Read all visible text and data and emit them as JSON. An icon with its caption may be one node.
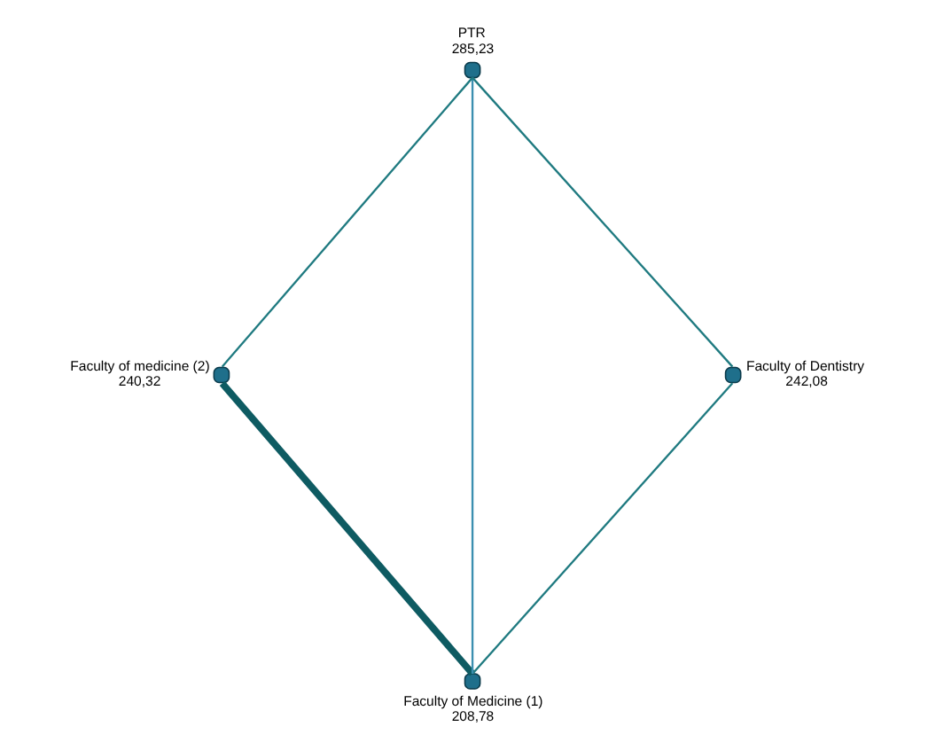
{
  "diagram": {
    "nodes": [
      {
        "text": [],
        "shape": "circle",
        "beside": [
          "Faculty of Medicine (1)",
          "208,78"
        ]
      },
      {
        "text": [],
        "shape": "circle",
        "beside": [
          "Faculty of medicine (2)",
          "240,32"
        ]
      },
      {
        "text": [],
        "shape": "circle",
        "beside": [
          "Faculty of Dentistry",
          "242,08"
        ]
      },
      {
        "text": [],
        "shape": "circle",
        "beside": [
          "PTR",
          "285,23"
        ]
      }
    ],
    "edges": [
      {
        "from": 0,
        "to": 1,
        "arrow": "none",
        "style": "thick",
        "color": "#0e5b62"
      },
      {
        "from": 0,
        "to": 2,
        "arrow": "none"
      },
      {
        "from": 0,
        "to": 3,
        "arrow": "none",
        "color": "#3b8fb0"
      },
      {
        "from": 1,
        "to": 3,
        "arrow": "none"
      },
      {
        "from": 2,
        "to": 3,
        "arrow": "none"
      }
    ]
  }
}
